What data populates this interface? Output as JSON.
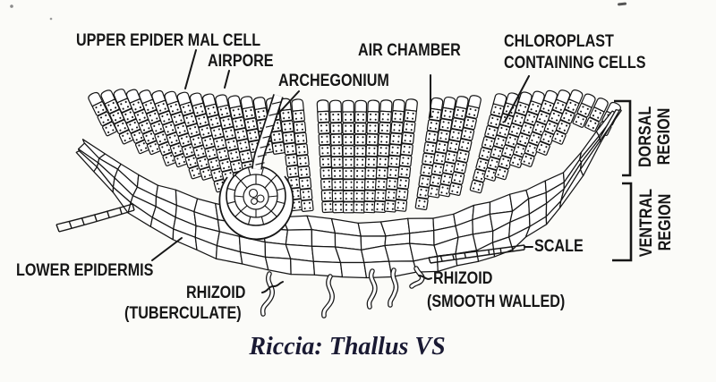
{
  "figure": {
    "background_color": "#fbfbf8",
    "ink_color": "#161616",
    "title": "Riccia: Thallus VS",
    "title_color": "#1a1a33",
    "labels": {
      "upper_epidermal_cell": "UPPER EPIDER MAL CELL",
      "airpore": "AIRPORE",
      "archegonium": "ARCHEGONIUM",
      "air_chamber": "AIR CHAMBER",
      "chloroplast_line1": "CHLOROPLAST",
      "chloroplast_line2": "CONTAINING CELLS",
      "dorsal_region_line1": "DORSAL",
      "dorsal_region_line2": "REGION",
      "ventral_region_line1": "VENTRAL",
      "ventral_region_line2": "REGION",
      "scale": "SCALE",
      "lower_epidermis": "LOWER EPIDERMIS",
      "rhizoid_tuberculate_line1": "RHIZOID",
      "rhizoid_tuberculate_line2": "(TUBERCULATE)",
      "rhizoid_smooth_line1": "RHIZOID",
      "rhizoid_smooth_line2": "(SMOOTH WALLED)"
    }
  }
}
